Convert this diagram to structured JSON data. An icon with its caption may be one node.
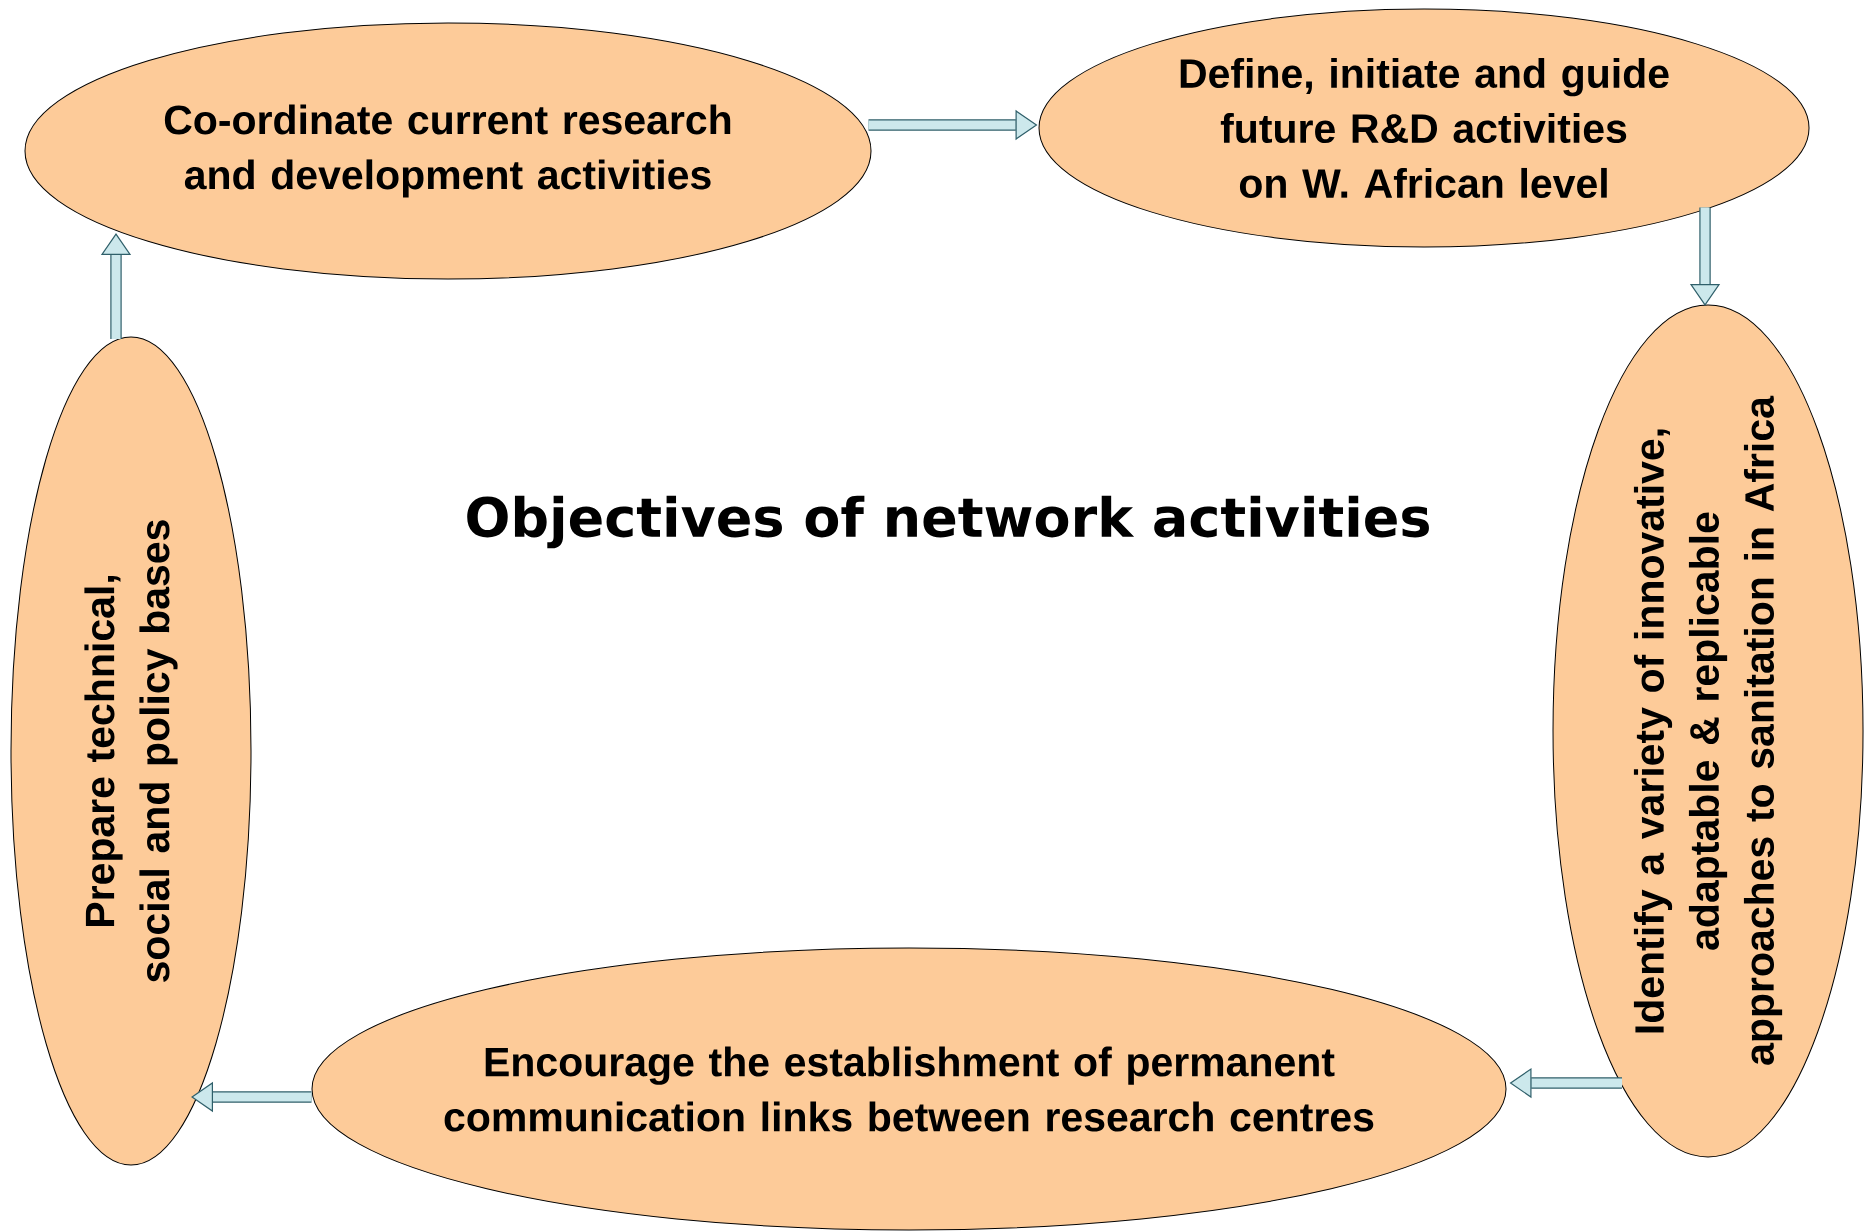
{
  "diagram": {
    "title": "Objectives of network activities",
    "nodes": [
      {
        "text": [
          "Co-ordinate current research and development activities"
        ]
      },
      {
        "text": [
          "Define, initiate and guide future R&D activities on W. African level"
        ]
      },
      {
        "text": [
          "Identify a variety of innovative, adaptable & replicable approaches to sanitation in Africa"
        ]
      },
      {
        "text": [
          "Encourage the establishment of permanent communication links between research centres"
        ]
      },
      {
        "text": [
          "Prepare technical, social and policy bases"
        ]
      }
    ],
    "edges": [
      {
        "from": 0,
        "to": 1,
        "arrow": "to"
      },
      {
        "from": 1,
        "to": 2,
        "arrow": "to"
      },
      {
        "from": 2,
        "to": 3,
        "arrow": "to"
      },
      {
        "from": 3,
        "to": 4,
        "arrow": "to"
      },
      {
        "from": 4,
        "to": 0,
        "arrow": "to"
      }
    ]
  }
}
